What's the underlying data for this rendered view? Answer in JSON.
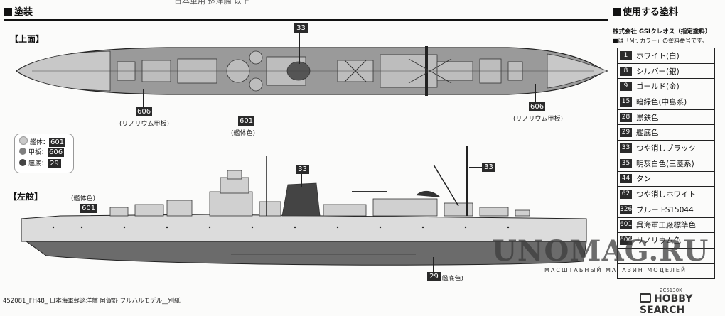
{
  "top_partial_text": "日本軍用 巡洋艦 以上",
  "headers": {
    "painting": "塗装",
    "top_view": "【上面】",
    "port_side": "【左舷】"
  },
  "callouts": {
    "top_33": "33",
    "top_606_left": "606",
    "top_606_left_caption": "(リノリウム甲板)",
    "top_601": "601",
    "top_601_caption": "(艦体色)",
    "top_606_right": "606",
    "top_606_right_caption": "(リノリウム甲板)",
    "side_hull_caption": "(艦体色)",
    "side_601": "601",
    "side_33_funnel": "33",
    "side_33_mast": "33",
    "side_29": "29",
    "side_29_caption": "(艦底色)"
  },
  "legend": [
    {
      "label": "艦体：",
      "code": "601",
      "color": "#c9c9c9"
    },
    {
      "label": "甲板：",
      "code": "606",
      "color": "#7f7f7f"
    },
    {
      "label": "艦底：",
      "code": "29",
      "color": "#444444"
    }
  ],
  "paint_panel": {
    "title": "使用する塗料",
    "maker": "株式会社 GSIクレオス（指定塗料）",
    "note": "■は「Mr. カラー」の塗料番号です。",
    "items": [
      {
        "num": "1",
        "name": "ホワイト(白)"
      },
      {
        "num": "8",
        "name": "シルバー(銀)"
      },
      {
        "num": "9",
        "name": "ゴールド(金)"
      },
      {
        "num": "15",
        "name": "暗緑色(中島系)"
      },
      {
        "num": "28",
        "name": "黒鉄色"
      },
      {
        "num": "29",
        "name": "艦底色"
      },
      {
        "num": "33",
        "name": "つや消しブラック"
      },
      {
        "num": "35",
        "name": "明灰白色(三菱系)"
      },
      {
        "num": "44",
        "name": "タン"
      },
      {
        "num": "62",
        "name": "つや消しホワイト"
      },
      {
        "num": "326",
        "name": "ブルー FS15044"
      },
      {
        "num": "601",
        "name": "呉海軍工廠標準色"
      },
      {
        "num": "606",
        "name": "リノリウム色"
      },
      {
        "num": "",
        "name": ""
      },
      {
        "num": "",
        "name": ""
      }
    ]
  },
  "footer": "452081_FH48_ 日本海軍軽巡洋艦 阿賀野 フルハルモデル__別紙",
  "code_small": "2C5130K",
  "watermark": {
    "main": "UNOMAG.RU",
    "sub": "МАСШТАБНЫЙ МАГАЗИН МОДЕЛЕЙ",
    "brand": "HOBBY SEARCH"
  }
}
